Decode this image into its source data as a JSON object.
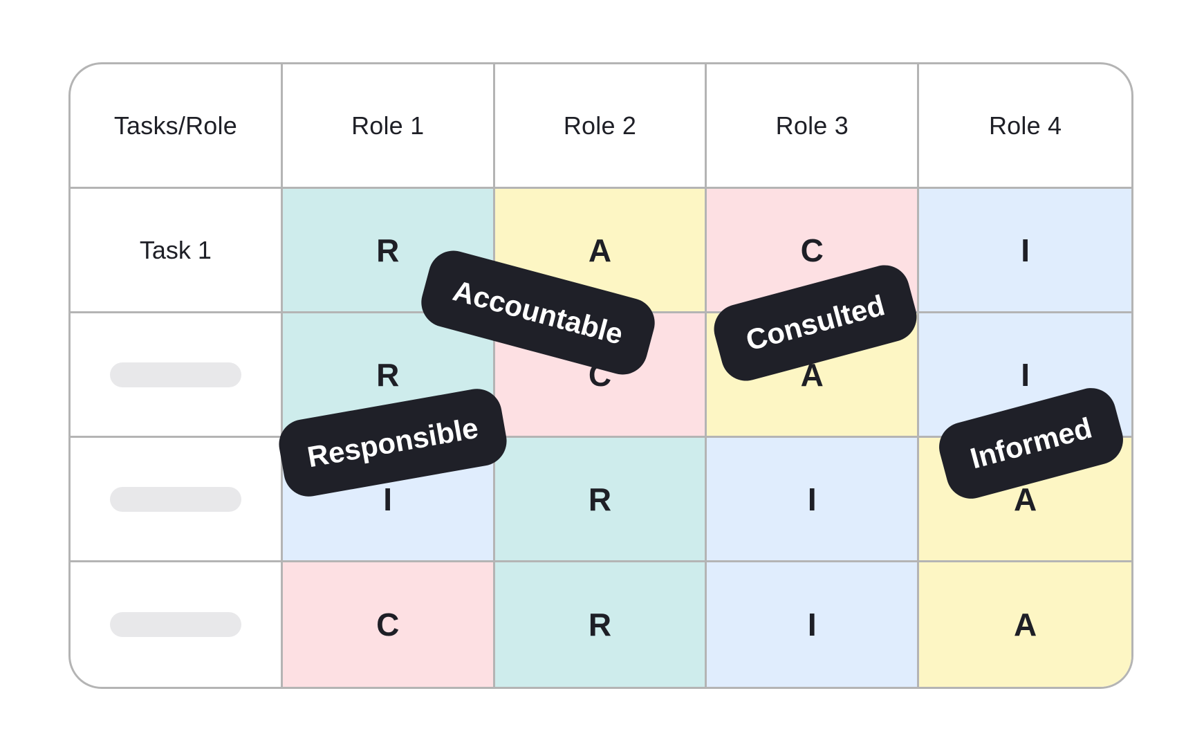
{
  "headers": [
    "Tasks/Role",
    "Role 1",
    "Role 2",
    "Role 3",
    "Role 4"
  ],
  "rows": [
    {
      "task": "Task 1",
      "cells": [
        "R",
        "A",
        "C",
        "I"
      ]
    },
    {
      "task": "",
      "cells": [
        "R",
        "C",
        "A",
        "I"
      ]
    },
    {
      "task": "",
      "cells": [
        "I",
        "R",
        "I",
        "A"
      ]
    },
    {
      "task": "",
      "cells": [
        "C",
        "R",
        "I",
        "A"
      ]
    }
  ],
  "colors": {
    "R": "#ceecec",
    "A": "#fdf6c4",
    "C": "#fde0e3",
    "I": "#e0edfd",
    "tag_background": "#1f2028",
    "border": "#b4b4b4"
  },
  "tags": {
    "accountable": "Accountable",
    "consulted": "Consulted",
    "responsible": "Responsible",
    "informed": "Informed"
  }
}
